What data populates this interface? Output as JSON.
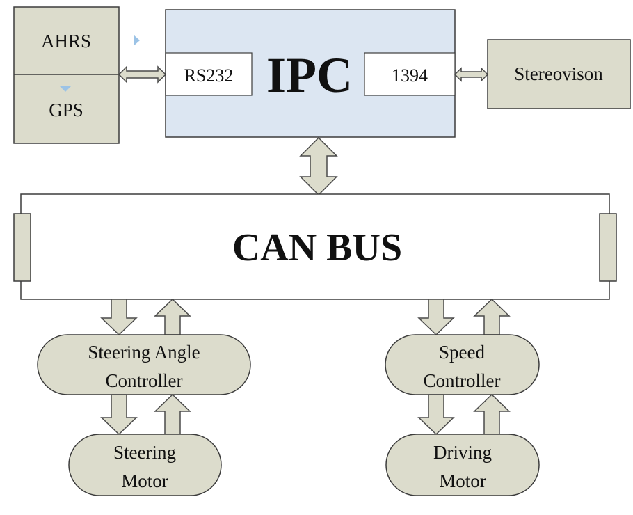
{
  "ahrs": "AHRS",
  "gps": "GPS",
  "ipc": "IPC",
  "rs232": "RS232",
  "port1394": "1394",
  "stereo": "Stereovison",
  "canbus": "CAN BUS",
  "steering_controller": [
    "Steering Angle",
    "Controller"
  ],
  "speed_controller": [
    "Speed",
    "Controller"
  ],
  "steering_motor": [
    "Steering",
    "Motor"
  ],
  "driving_motor": [
    "Driving",
    "Motor"
  ],
  "colors": {
    "component_fill": "#dcdccc",
    "ipc_fill": "#dce6f2",
    "outline": "#3c3c3c",
    "marker": "#9cc3e6"
  }
}
